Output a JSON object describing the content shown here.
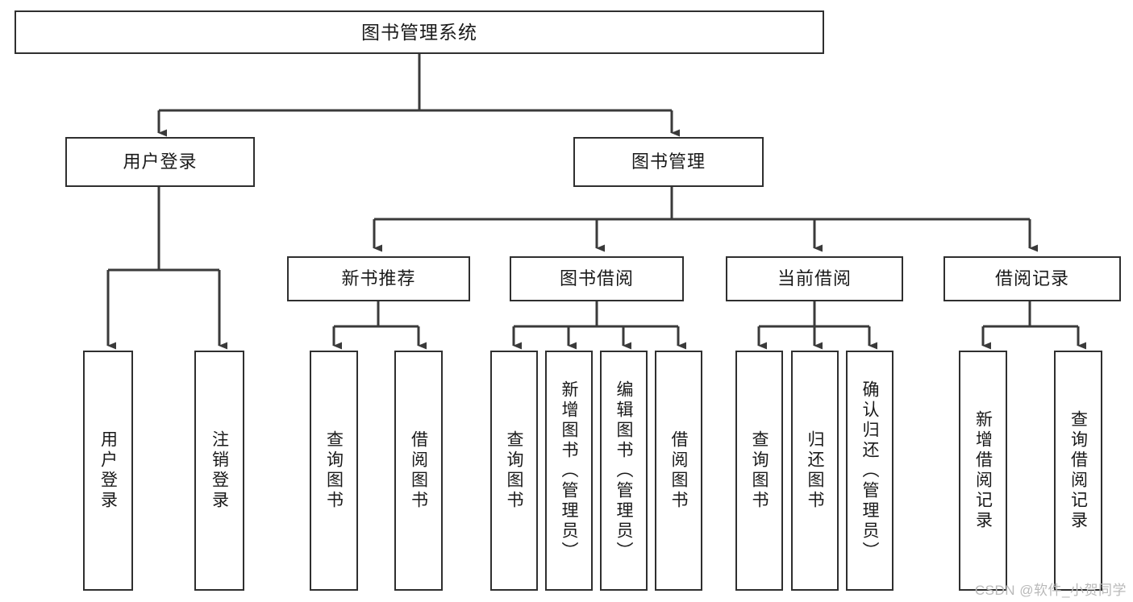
{
  "diagram": {
    "title": "图书管理系统",
    "watermark": "CSDN @软件_小贺同学",
    "style": {
      "box_border_color": "#2f2f2f",
      "box_fill_color": "#ffffff",
      "connector_color": "#3a3a3a",
      "text_color": "#1a1a1a",
      "background_color": "#ffffff",
      "watermark_color": "#b9b9b9"
    },
    "levels": {
      "level1": [
        {
          "id": "root",
          "label": "图书管理系统",
          "orientation": "horizontal"
        }
      ],
      "level2": [
        {
          "id": "user-login",
          "label": "用户登录",
          "orientation": "horizontal"
        },
        {
          "id": "book-management",
          "label": "图书管理",
          "orientation": "horizontal"
        }
      ],
      "level3": [
        {
          "id": "new-book-recommend",
          "label": "新书推荐",
          "orientation": "horizontal"
        },
        {
          "id": "book-borrow",
          "label": "图书借阅",
          "orientation": "horizontal"
        },
        {
          "id": "current-borrow",
          "label": "当前借阅",
          "orientation": "horizontal"
        },
        {
          "id": "borrow-record",
          "label": "借阅记录",
          "orientation": "horizontal"
        }
      ],
      "level4": [
        {
          "id": "leaf-user-login",
          "label": "用户登录",
          "parent": "user-login",
          "orientation": "vertical"
        },
        {
          "id": "leaf-logout",
          "label": "注销登录",
          "parent": "user-login",
          "orientation": "vertical"
        },
        {
          "id": "leaf-query-book-1",
          "label": "查询图书",
          "parent": "new-book-recommend",
          "orientation": "vertical"
        },
        {
          "id": "leaf-borrow-book-1",
          "label": "借阅图书",
          "parent": "new-book-recommend",
          "orientation": "vertical"
        },
        {
          "id": "leaf-query-book-2",
          "label": "查询图书",
          "parent": "book-borrow",
          "orientation": "vertical"
        },
        {
          "id": "leaf-add-book",
          "label": "新增图书（管理员）",
          "parent": "book-borrow",
          "orientation": "vertical"
        },
        {
          "id": "leaf-edit-book",
          "label": "编辑图书（管理员）",
          "parent": "book-borrow",
          "orientation": "vertical"
        },
        {
          "id": "leaf-borrow-book-2",
          "label": "借阅图书",
          "parent": "book-borrow",
          "orientation": "vertical"
        },
        {
          "id": "leaf-query-book-3",
          "label": "查询图书",
          "parent": "current-borrow",
          "orientation": "vertical"
        },
        {
          "id": "leaf-return-book",
          "label": "归还图书",
          "parent": "current-borrow",
          "orientation": "vertical"
        },
        {
          "id": "leaf-confirm-return",
          "label": "确认归还（管理员）",
          "parent": "current-borrow",
          "orientation": "vertical"
        },
        {
          "id": "leaf-add-record",
          "label": "新增借阅记录",
          "parent": "borrow-record",
          "orientation": "vertical"
        },
        {
          "id": "leaf-query-record",
          "label": "查询借阅记录",
          "parent": "borrow-record",
          "orientation": "vertical"
        }
      ]
    }
  }
}
